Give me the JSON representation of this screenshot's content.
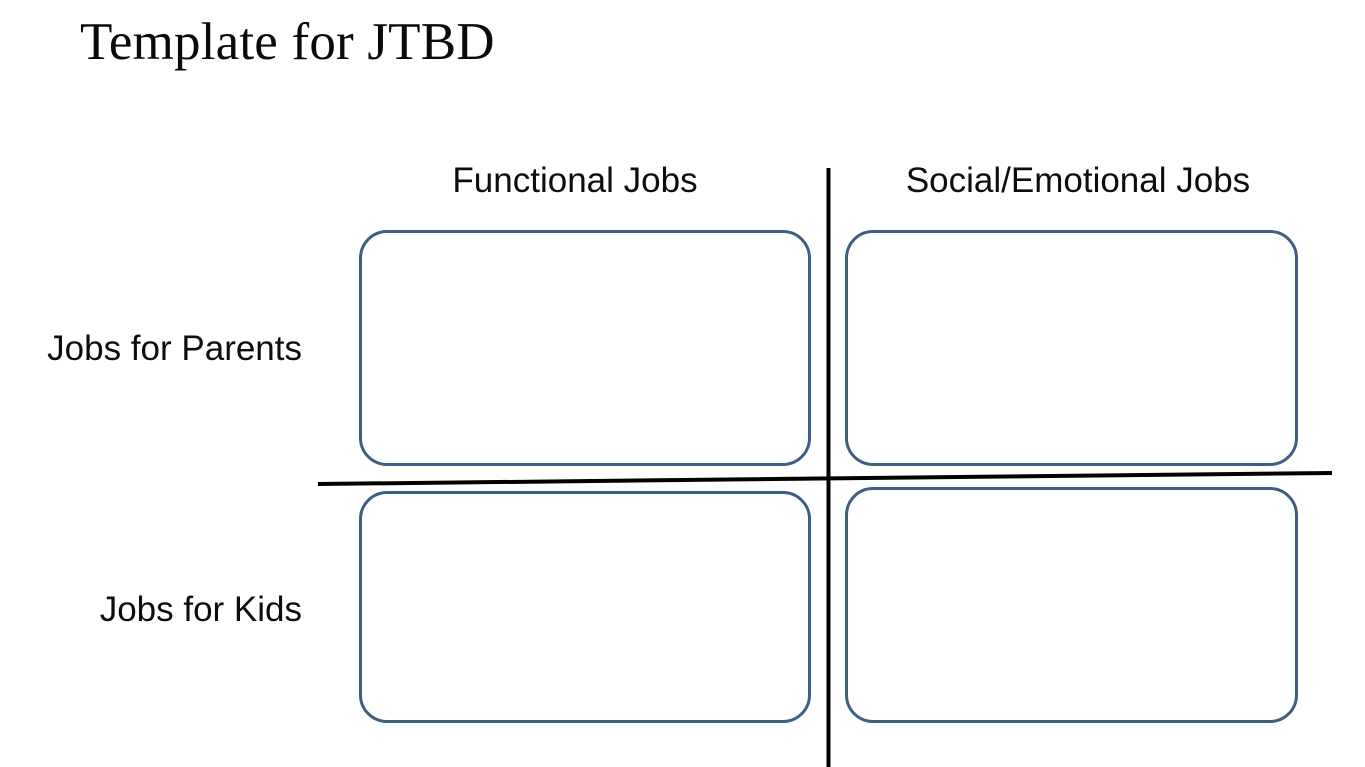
{
  "slide": {
    "title": "Template for JTBD",
    "background_color": "#ffffff"
  },
  "matrix": {
    "axis_color": "#000000",
    "box_border_color": "#3d5f83",
    "box_fill_color": "#ffffff",
    "column_headers": [
      {
        "id": "functional",
        "label": "Functional Jobs"
      },
      {
        "id": "social-emotional",
        "label": "Social/Emotional Jobs"
      }
    ],
    "row_labels": [
      {
        "id": "parents",
        "label": "Jobs for Parents"
      },
      {
        "id": "kids",
        "label": "Jobs for Kids"
      }
    ],
    "cells": [
      {
        "id": "parents-functional",
        "row": "Jobs for Parents",
        "column": "Functional Jobs",
        "content": ""
      },
      {
        "id": "parents-social",
        "row": "Jobs for Parents",
        "column": "Social/Emotional Jobs",
        "content": ""
      },
      {
        "id": "kids-functional",
        "row": "Jobs for Kids",
        "column": "Functional Jobs",
        "content": ""
      },
      {
        "id": "kids-social",
        "row": "Jobs for Kids",
        "column": "Social/Emotional Jobs",
        "content": ""
      }
    ]
  }
}
